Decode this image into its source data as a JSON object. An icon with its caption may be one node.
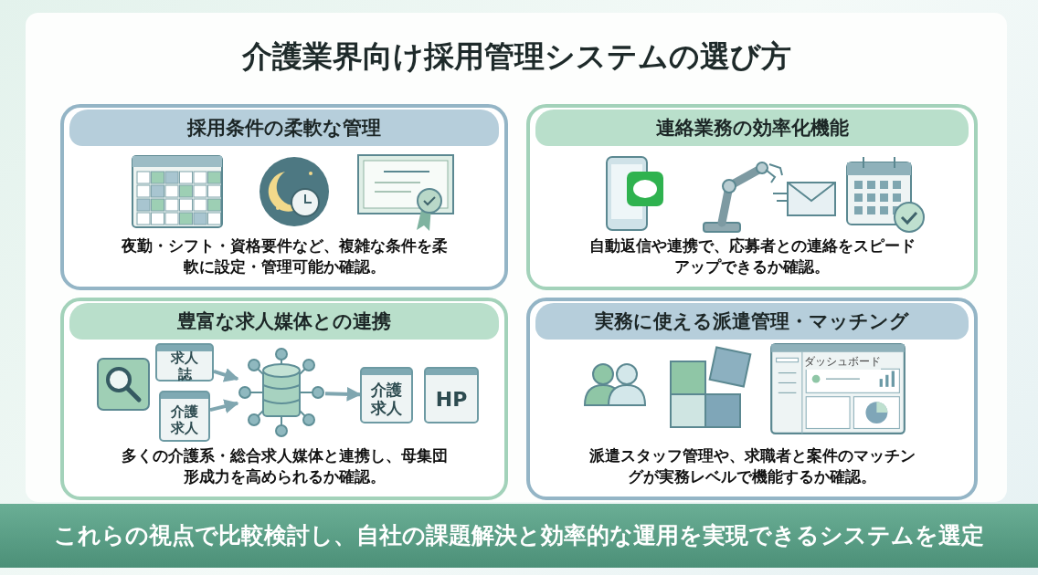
{
  "diagram": {
    "title": "介護業界向け採用管理システムの選び方",
    "nodes": [
      {
        "text": [
          "採用条件の柔軟な管理",
          "夜勤・シフト・資格要件など、複雑な条件を柔軟に設定・管理可能か確認。"
        ]
      },
      {
        "text": [
          "連絡業務の効率化機能",
          "自動返信や連携で、応募者との連絡をスピードアップできるか確認。"
        ]
      },
      {
        "text": [
          "豊富な求人媒体との連携",
          "多くの介護系・総合求人媒体と連携し、母集団形成力を高められるか確認。"
        ]
      },
      {
        "text": [
          "求人誌"
        ],
        "in": 2
      },
      {
        "text": [
          "介護求人"
        ],
        "in": 2
      },
      {
        "text": [],
        "shape": "cylinder",
        "in": 2
      },
      {
        "text": [
          "介護求人"
        ],
        "in": 2
      },
      {
        "text": [
          "HP"
        ],
        "in": 2
      },
      {
        "text": [
          "実務に使える派遣管理・マッチング",
          "派遣スタッフ管理や、求職者と案件のマッチングが実務レベルで機能するか確認。"
        ]
      },
      {
        "text": [
          "これらの視点で比較検討し、自社の課題解決と効率的な運用を実現できるシステムを選定"
        ]
      }
    ],
    "edges": [
      {
        "from": 3,
        "to": 5,
        "arrow": "to"
      },
      {
        "from": 4,
        "to": 5,
        "arrow": "to"
      },
      {
        "from": 5,
        "to": 6,
        "arrow": "to"
      }
    ],
    "labels": [
      "ダッシュボード"
    ]
  }
}
